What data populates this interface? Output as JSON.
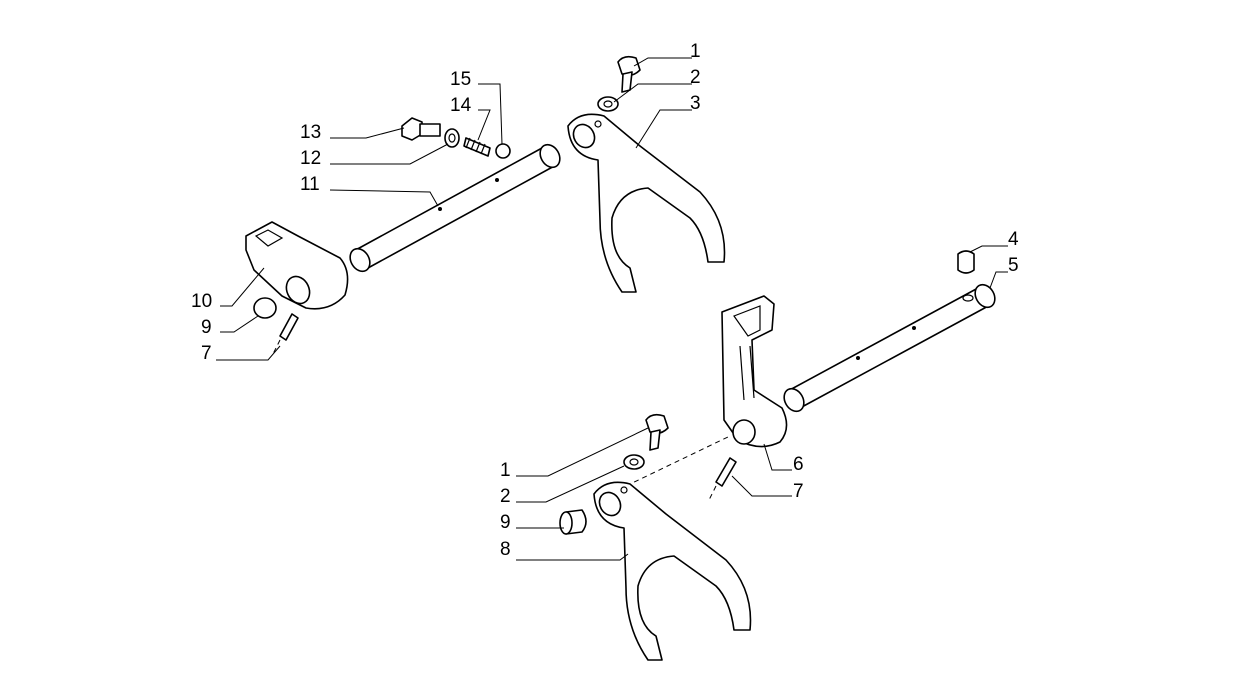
{
  "diagram": {
    "callouts_upper": [
      {
        "id": "c1",
        "label": "1"
      },
      {
        "id": "c2",
        "label": "2"
      },
      {
        "id": "c3",
        "label": "3"
      },
      {
        "id": "c15",
        "label": "15"
      },
      {
        "id": "c14",
        "label": "14"
      },
      {
        "id": "c13",
        "label": "13"
      },
      {
        "id": "c12",
        "label": "12"
      },
      {
        "id": "c11",
        "label": "11"
      },
      {
        "id": "c10",
        "label": "10"
      },
      {
        "id": "c9",
        "label": "9"
      },
      {
        "id": "c7",
        "label": "7"
      }
    ],
    "callouts_lower": [
      {
        "id": "c4",
        "label": "4"
      },
      {
        "id": "c5",
        "label": "5"
      },
      {
        "id": "c6",
        "label": "6"
      },
      {
        "id": "c7b",
        "label": "7"
      },
      {
        "id": "c1b",
        "label": "1"
      },
      {
        "id": "c2b",
        "label": "2"
      },
      {
        "id": "c9b",
        "label": "9"
      },
      {
        "id": "c8",
        "label": "8"
      }
    ]
  }
}
